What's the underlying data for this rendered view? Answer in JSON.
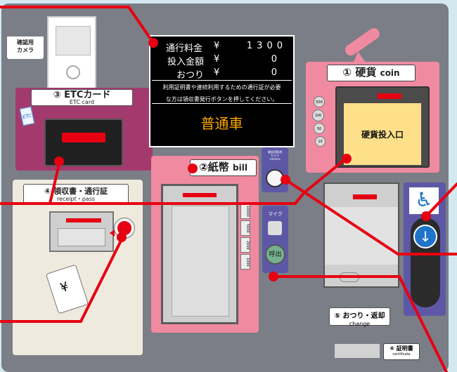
{
  "camera": {
    "label_line1": "確認用",
    "label_line2": "カメラ"
  },
  "screen": {
    "rows": [
      {
        "label": "通行料金",
        "currency": "¥",
        "value": "1300"
      },
      {
        "label": "投入金額",
        "currency": "¥",
        "value": "0"
      },
      {
        "label": "おつり",
        "currency": "¥",
        "value": "0"
      }
    ],
    "notice_line1": "利用証明書や連続利用するための通行証が必要",
    "notice_line2": "な方は領収書発行ボタンを押してください。",
    "vehicle_class": "普通車"
  },
  "etc": {
    "title": "③ ETCカード",
    "subtitle": "ETC card",
    "card_text": "ETC"
  },
  "coin": {
    "title": "① 硬貨",
    "title_en": "coin",
    "slot_label": "硬貨投入口",
    "denominations": [
      "500",
      "100",
      "50",
      "10"
    ]
  },
  "bill": {
    "title": "②紙幣",
    "title_en": "bill",
    "denominations": [
      "10000",
      "5000",
      "2000",
      "1000"
    ]
  },
  "receipt": {
    "title": "④ 領収書・通行証",
    "subtitle": "receipt・pass",
    "ticket_symbol": "¥"
  },
  "center": {
    "camera_label_line1": "確認用監視",
    "camera_label_line2": "カメラ",
    "camera_label_line3": "camera",
    "mic_label": "マイク",
    "call_label": "呼出"
  },
  "change": {
    "title": "⑤ おつり・返却",
    "subtitle": "change"
  },
  "certificate": {
    "title": "⑥ 証明書",
    "subtitle": "certificate"
  },
  "colors": {
    "panel": "#7b7e86",
    "pink": "#f08aa0",
    "red": "#e60012",
    "magenta": "#a33a6d",
    "cream": "#efeade",
    "yellow": "#ffe08a",
    "purple": "#5d58a6",
    "blue": "#1f73c9"
  }
}
